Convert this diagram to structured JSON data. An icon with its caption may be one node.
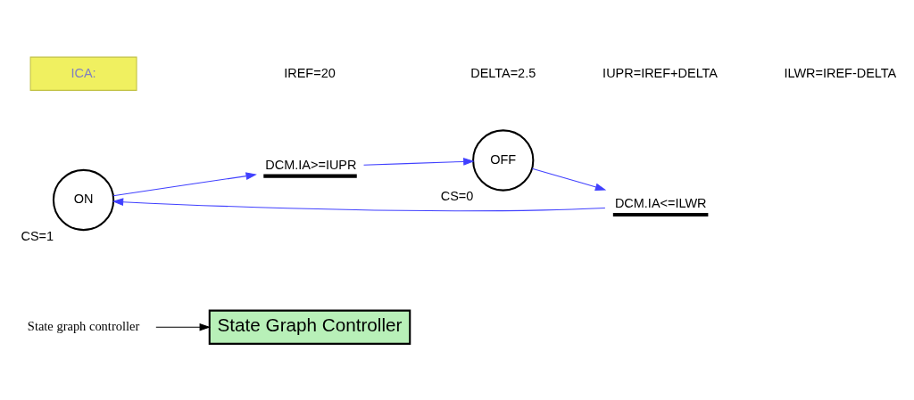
{
  "diagram": {
    "nodes": [
      {
        "text": [
          "State Graph Controller"
        ]
      },
      {
        "text": [
          "State graph controller"
        ]
      },
      {
        "text": [
          "ON"
        ],
        "beside": [
          "CS=1"
        ]
      },
      {
        "text": [
          "DCM.IA>=IUPR"
        ]
      },
      {
        "text": [
          "OFF"
        ],
        "beside": [
          "CS=0"
        ]
      },
      {
        "text": [
          "DCM.IA<=ILWR"
        ]
      },
      {
        "text": [
          "ICA:"
        ]
      }
    ],
    "edges": [
      {
        "from": 1,
        "to": 0,
        "arrow": "to",
        "color": "#000000"
      },
      {
        "from": 2,
        "to": 3,
        "arrow": "to"
      },
      {
        "from": 3,
        "to": 4,
        "arrow": "to"
      },
      {
        "from": 4,
        "to": 5,
        "arrow": "to"
      },
      {
        "from": 5,
        "to": 2,
        "arrow": "to"
      }
    ],
    "labels": [
      "IREF=20",
      "DELTA=2.5",
      "IUPR=IREF+DELTA",
      "ILWR=IREF-DELTA"
    ]
  }
}
